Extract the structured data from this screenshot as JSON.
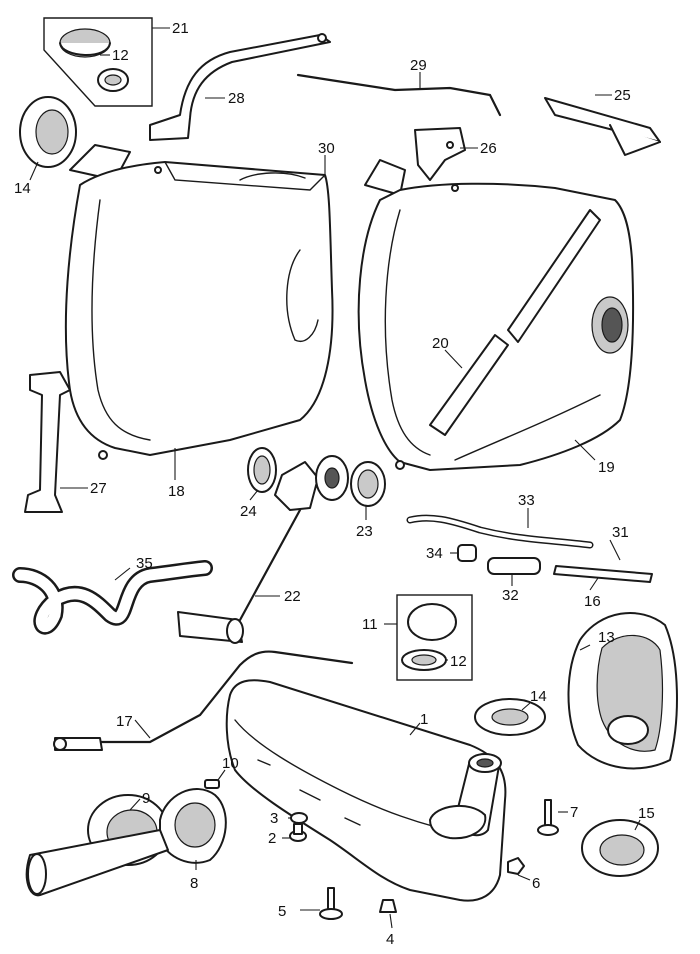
{
  "callouts": {
    "c21": "21",
    "c12a": "12",
    "c28": "28",
    "c29": "29",
    "c25": "25",
    "c14a": "14",
    "c30": "30",
    "c26": "26",
    "c18": "18",
    "c20": "20",
    "c19": "19",
    "c27": "27",
    "c24": "24",
    "c23": "23",
    "c33": "33",
    "c34": "34",
    "c32": "32",
    "c16": "16",
    "c31": "31",
    "c35": "35",
    "c22": "22",
    "c11": "11",
    "c12b": "12",
    "c13": "13",
    "c17": "17",
    "c1": "1",
    "c14b": "14",
    "c10": "10",
    "c9": "9",
    "c3": "3",
    "c2": "2",
    "c7": "7",
    "c15": "15",
    "c8": "8",
    "c6": "6",
    "c5": "5",
    "c4": "4"
  }
}
